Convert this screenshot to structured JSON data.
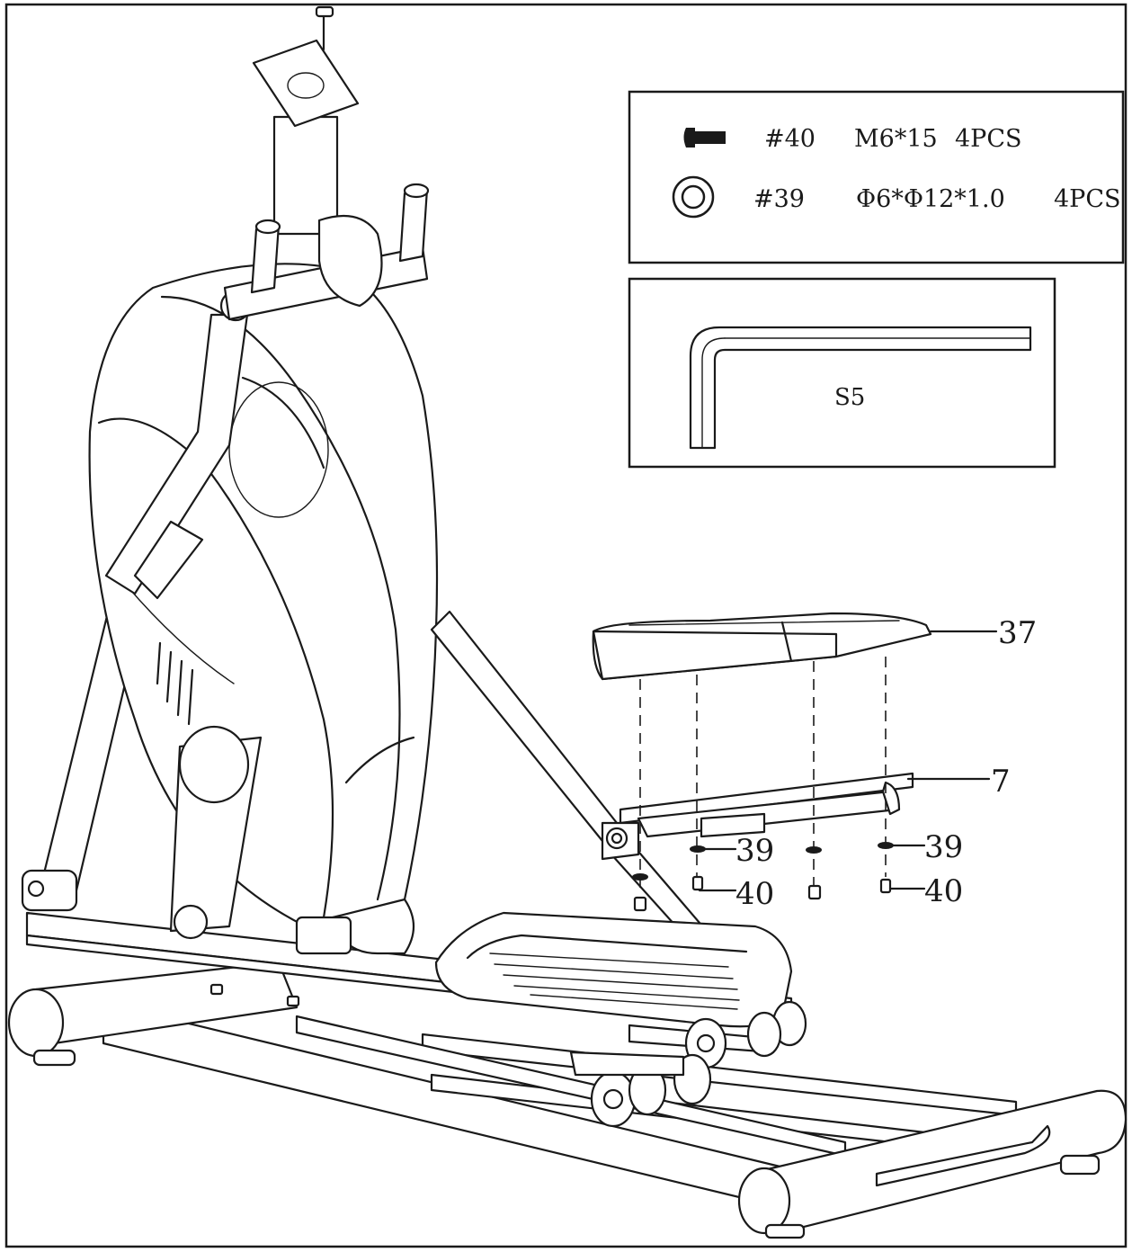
{
  "hardware": {
    "bolt": {
      "part": "#40",
      "spec": "M6*15",
      "qty": "4PCS",
      "icon": "button-head-bolt-icon"
    },
    "washer": {
      "part": "#39",
      "spec": "Φ6*Φ12*1.0",
      "qty": "4PCS",
      "icon": "flat-washer-icon"
    }
  },
  "tool": {
    "label": "S5",
    "icon": "allen-key-icon"
  },
  "callouts": {
    "console": "37",
    "bracket": "7",
    "washer_left": "39",
    "washer_right": "39",
    "bolt_left": "40",
    "bolt_right": "40"
  }
}
